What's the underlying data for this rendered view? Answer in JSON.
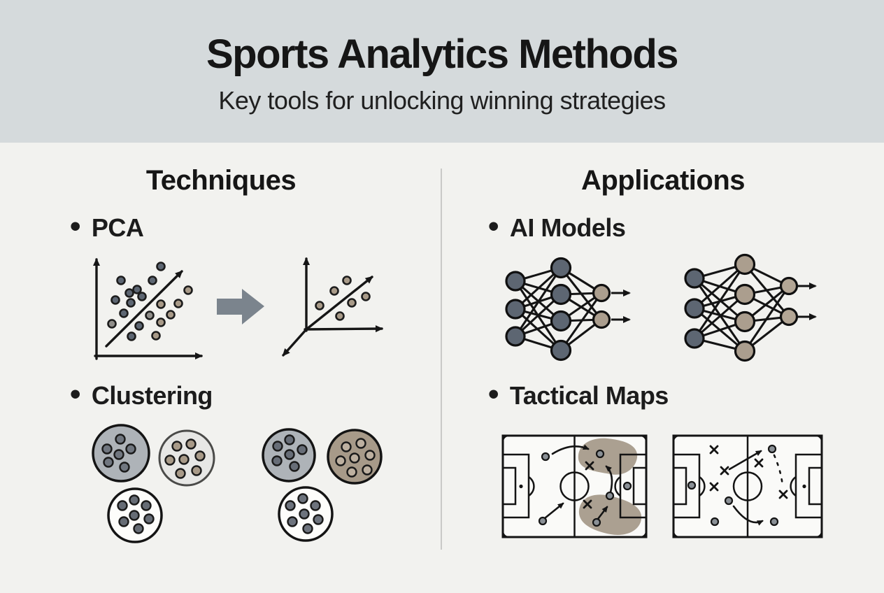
{
  "header": {
    "title": "Sports Analytics Methods",
    "subtitle": "Key tools for unlocking winning strategies"
  },
  "bullet_char": "•",
  "left_column": {
    "heading": "Techniques",
    "items": [
      {
        "label": "PCA",
        "icon": "pca-projection-diagram"
      },
      {
        "label": "Clustering",
        "icon": "clustering-diagram"
      }
    ]
  },
  "right_column": {
    "heading": "Applications",
    "items": [
      {
        "label": "AI Models",
        "icon": "neural-network-diagram"
      },
      {
        "label": "Tactical Maps",
        "icon": "tactical-map-diagram"
      }
    ]
  },
  "colors": {
    "header_background": "#d5dadc",
    "body_background": "#f2f2ef",
    "ink": "#161616",
    "dark_node": "#5d6672",
    "taupe_node": "#ab9e8e",
    "gray_cluster_fill": "#aeb3b8",
    "taupe_cluster_fill": "#a79a89",
    "light_cluster_fill": "#e7e7e5",
    "block_arrow": "#7b848d",
    "tactical_blob": "#a29685",
    "player_dot": "#8a9096"
  }
}
